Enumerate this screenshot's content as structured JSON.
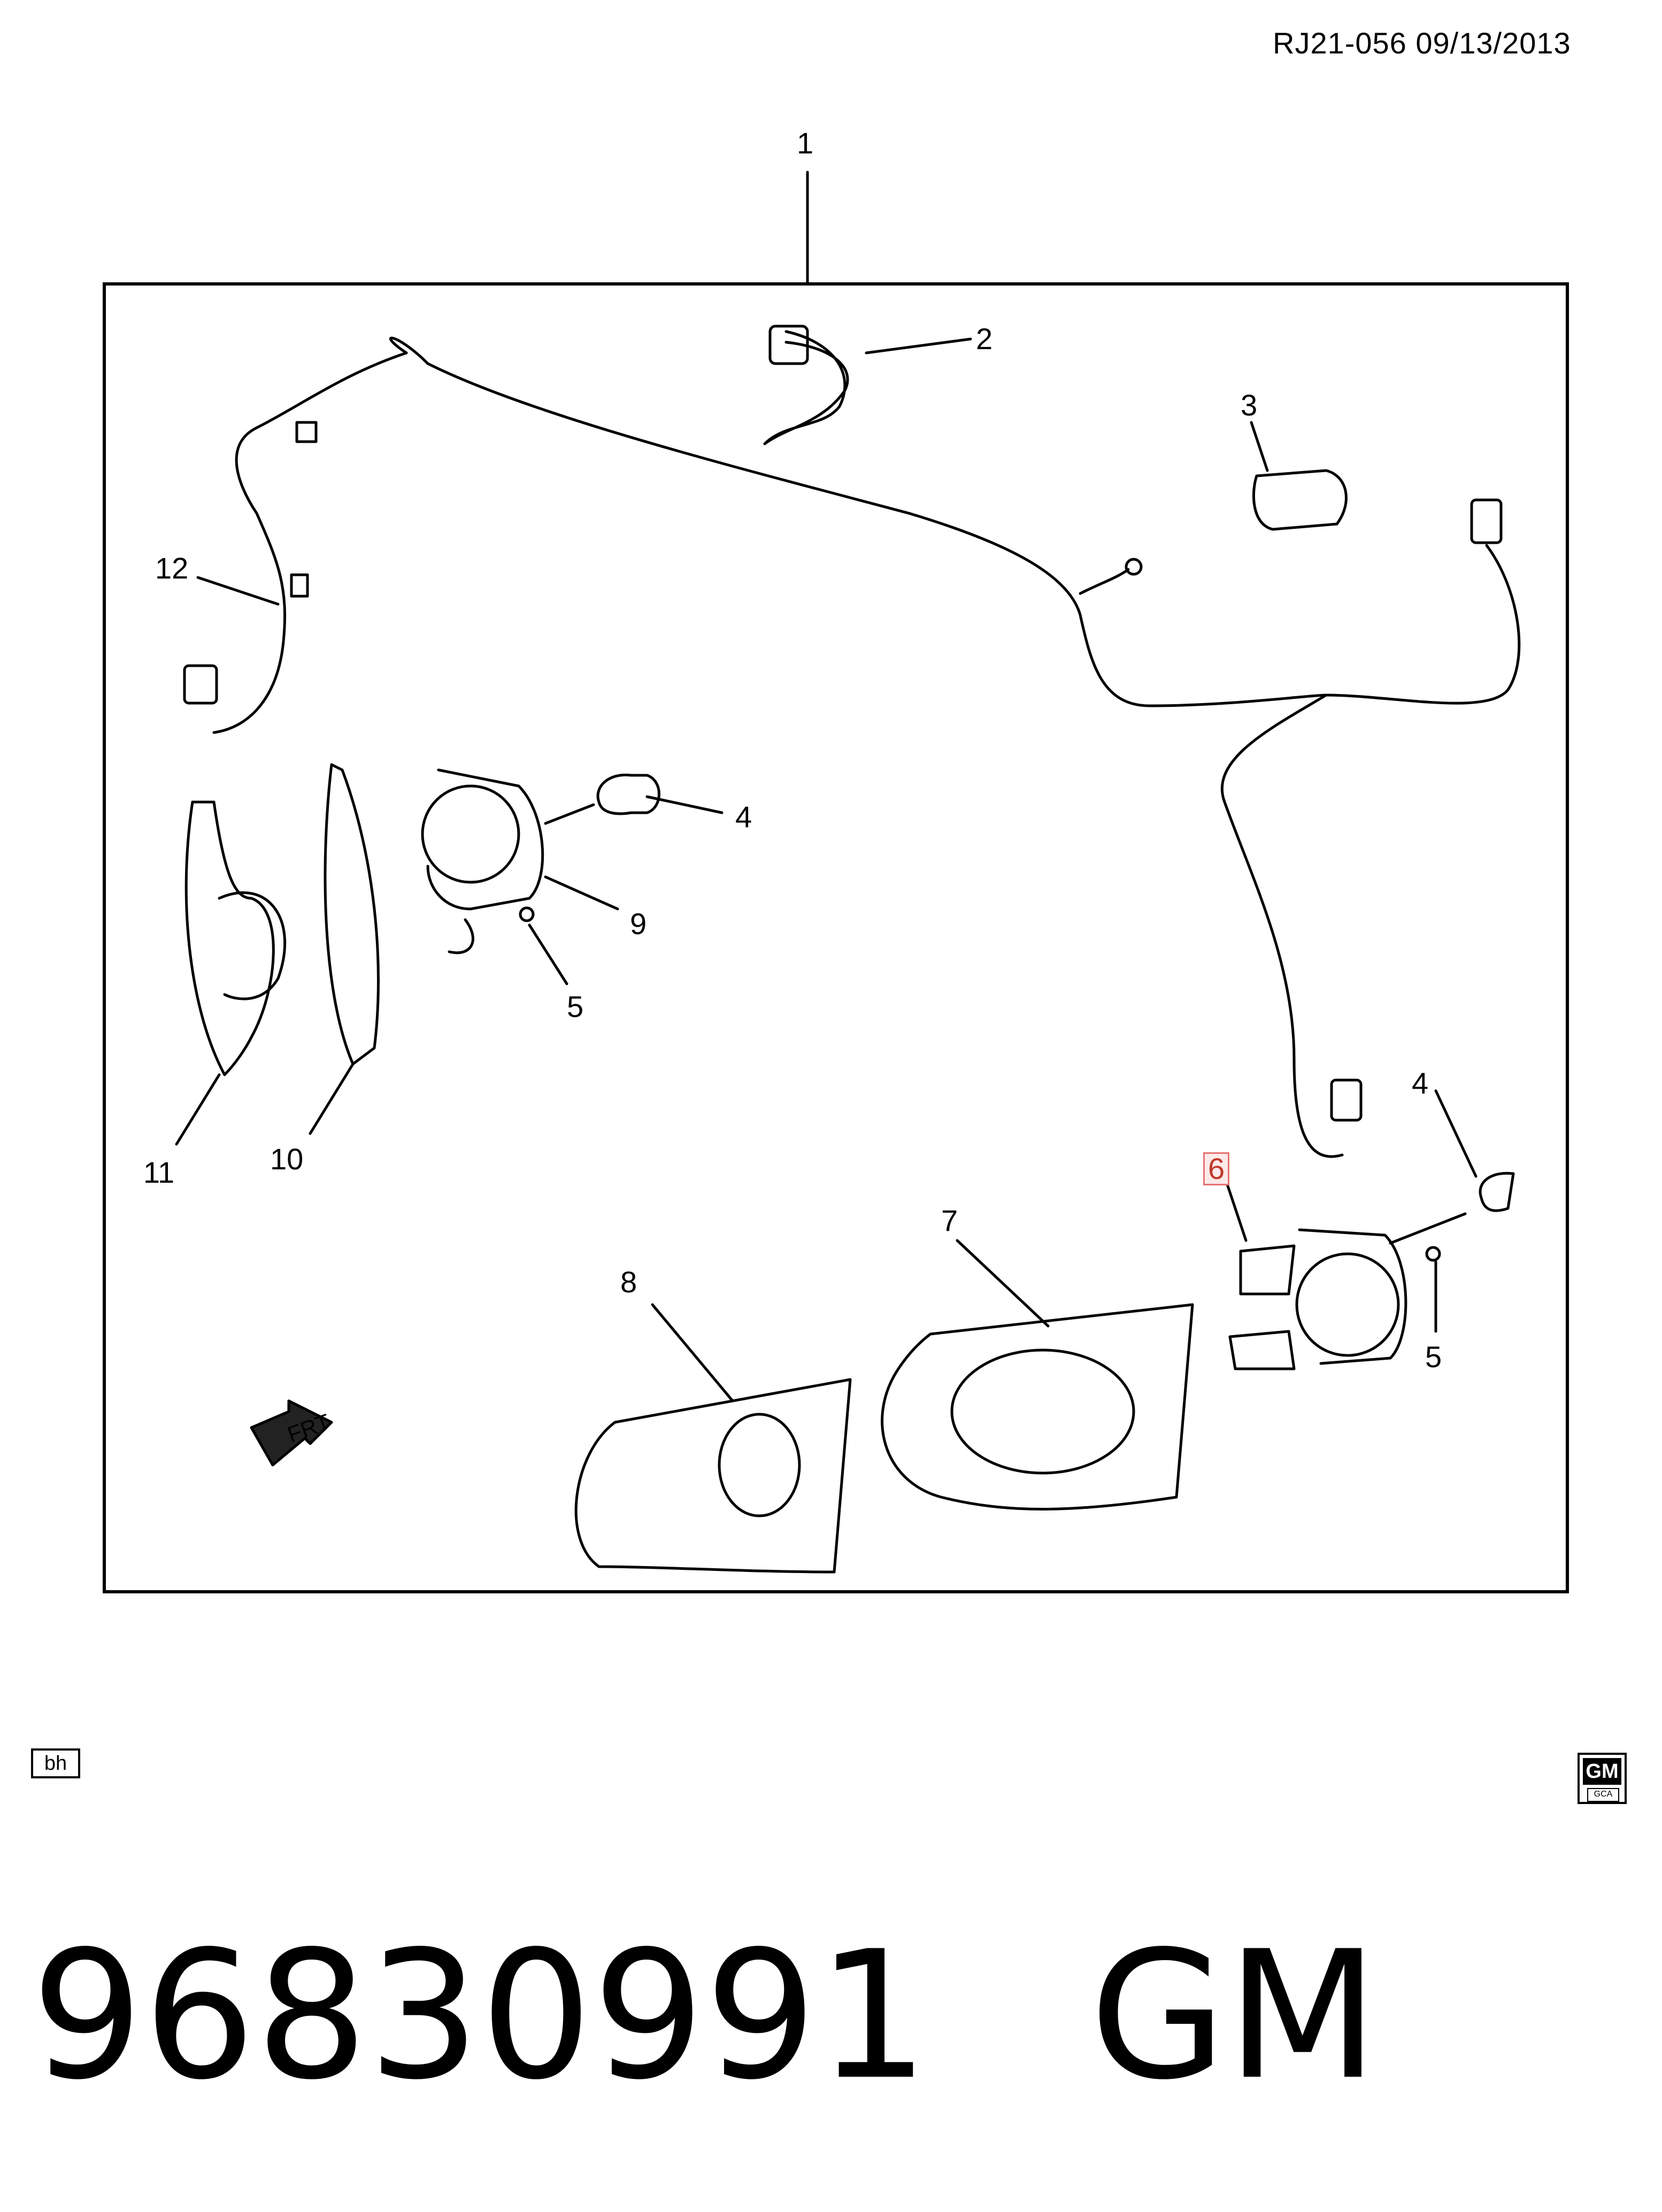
{
  "header": {
    "ref_code": "RJ21-056  09/13/2013"
  },
  "callouts": [
    {
      "id": "c1",
      "label": "1",
      "highlight": false
    },
    {
      "id": "c2",
      "label": "2",
      "highlight": false
    },
    {
      "id": "c3",
      "label": "3",
      "highlight": false
    },
    {
      "id": "c4a",
      "label": "4",
      "highlight": false
    },
    {
      "id": "c9",
      "label": "9",
      "highlight": false
    },
    {
      "id": "c5a",
      "label": "5",
      "highlight": false
    },
    {
      "id": "c12",
      "label": "12",
      "highlight": false
    },
    {
      "id": "c11",
      "label": "11",
      "highlight": false
    },
    {
      "id": "c10",
      "label": "10",
      "highlight": false
    },
    {
      "id": "c4b",
      "label": "4",
      "highlight": false
    },
    {
      "id": "c6",
      "label": "6",
      "highlight": true
    },
    {
      "id": "c7",
      "label": "7",
      "highlight": false
    },
    {
      "id": "c8",
      "label": "8",
      "highlight": false
    },
    {
      "id": "c5b",
      "label": "5",
      "highlight": false
    }
  ],
  "arrow_label": "FRT",
  "footer": {
    "tag": "bh",
    "logo_top": "GM",
    "logo_bottom": "GCA",
    "part_number": "96830991",
    "brand": "GM"
  },
  "colors": {
    "line": "#000000",
    "highlight_text": "#c0392b",
    "highlight_fill": "#fdeaea"
  }
}
